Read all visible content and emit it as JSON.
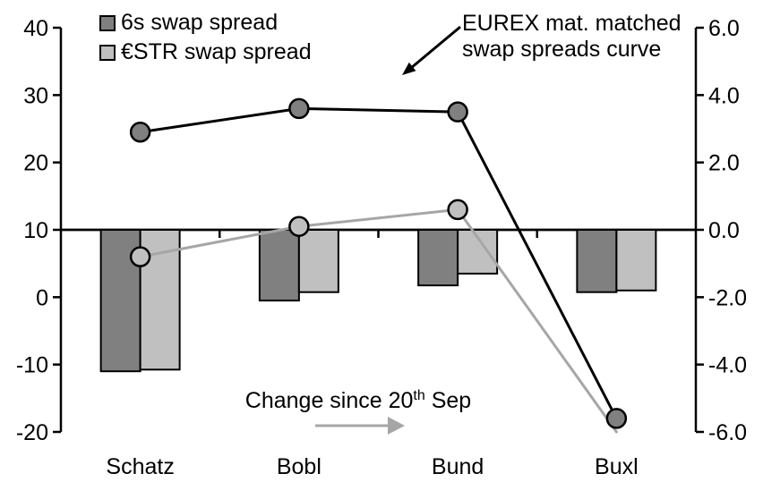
{
  "chart_data": {
    "type": "combo",
    "title": "",
    "categories": [
      "Schatz",
      "Bobl",
      "Bund",
      "Buxl"
    ],
    "axes": {
      "left": {
        "min": -20,
        "max": 40,
        "tick_labels": [
          "40",
          "30",
          "20",
          "10",
          "0",
          "-10",
          "-20"
        ]
      },
      "right": {
        "min": -6.0,
        "max": 6.0,
        "tick_labels": [
          "6.0",
          "4.0",
          "2.0",
          "0.0",
          "-2.0",
          "-4.0",
          "-6.0"
        ]
      },
      "bars_baseline_left_value": 10
    },
    "grid": false,
    "legend_position": "top-left",
    "series": [
      {
        "name": "6s swap spread change since 20th Sep",
        "kind": "bar",
        "axis": "right",
        "fill": "#808080",
        "values": [
          -4.2,
          -2.1,
          -1.65,
          -1.85
        ]
      },
      {
        "name": "ESTR swap spread change since 20th Sep",
        "kind": "bar",
        "axis": "right",
        "fill": "#c0c0c0",
        "values": [
          -4.15,
          -1.85,
          -1.3,
          -1.8
        ]
      },
      {
        "name": "ESTR swap spread curve",
        "kind": "line",
        "axis": "left",
        "stroke": "#a6a6a6",
        "marker_fill": "#c0c0c0",
        "values": [
          6,
          10.5,
          13,
          -20
        ],
        "markers": [
          true,
          true,
          true,
          false
        ]
      },
      {
        "name": "6s swap spread curve",
        "kind": "line",
        "axis": "left",
        "stroke": "#000000",
        "marker_fill": "#808080",
        "values": [
          24.5,
          28,
          27.5,
          -18
        ],
        "markers": [
          true,
          true,
          true,
          true
        ]
      }
    ]
  },
  "legend": {
    "items": [
      {
        "label": "6s swap spread",
        "color": "#808080"
      },
      {
        "label": "€STR swap spread",
        "color": "#c0c0c0"
      }
    ]
  },
  "annotations": {
    "curve_callout": {
      "line1": "EUREX mat. matched",
      "line2": "swap spreads curve"
    },
    "change_note": {
      "prefix": "Change since 20",
      "superscript": "th",
      "suffix": " Sep"
    }
  },
  "colors": {
    "dark_gray": "#808080",
    "light_gray": "#c0c0c0",
    "line_black": "#000000",
    "line_gray": "#a6a6a6"
  }
}
